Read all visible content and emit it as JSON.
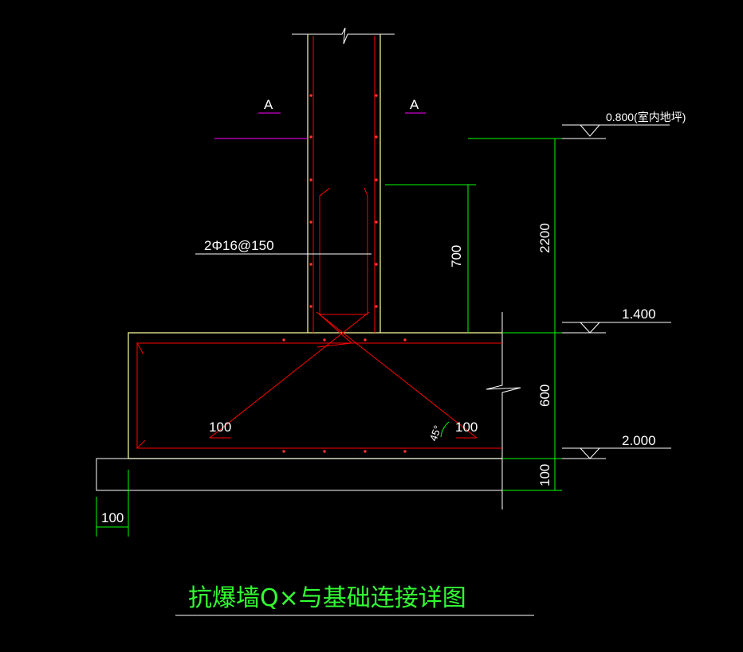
{
  "colors": {
    "background": "#000000",
    "outline": "#ffff99",
    "rebar": "#ff0000",
    "dimension": "#00ff00",
    "section_marker": "#ff00ff",
    "white": "#ffffff",
    "title": "#33ff33"
  },
  "section": {
    "left_mark": "A",
    "right_mark": "A"
  },
  "rebar_note": "2Φ16@150",
  "elevations": {
    "top": "0.800(室内地坪)",
    "middle": "1.400",
    "bottom": "2.000"
  },
  "dimensions": {
    "anchor_length": "700",
    "wall_height": "2200",
    "footing_thickness": "600",
    "cushion_thickness": "100",
    "cushion_overhang": "100",
    "hook_left": "100",
    "hook_right": "100",
    "angle": "45°"
  },
  "title": "抗爆墙Q×与基础连接详图"
}
